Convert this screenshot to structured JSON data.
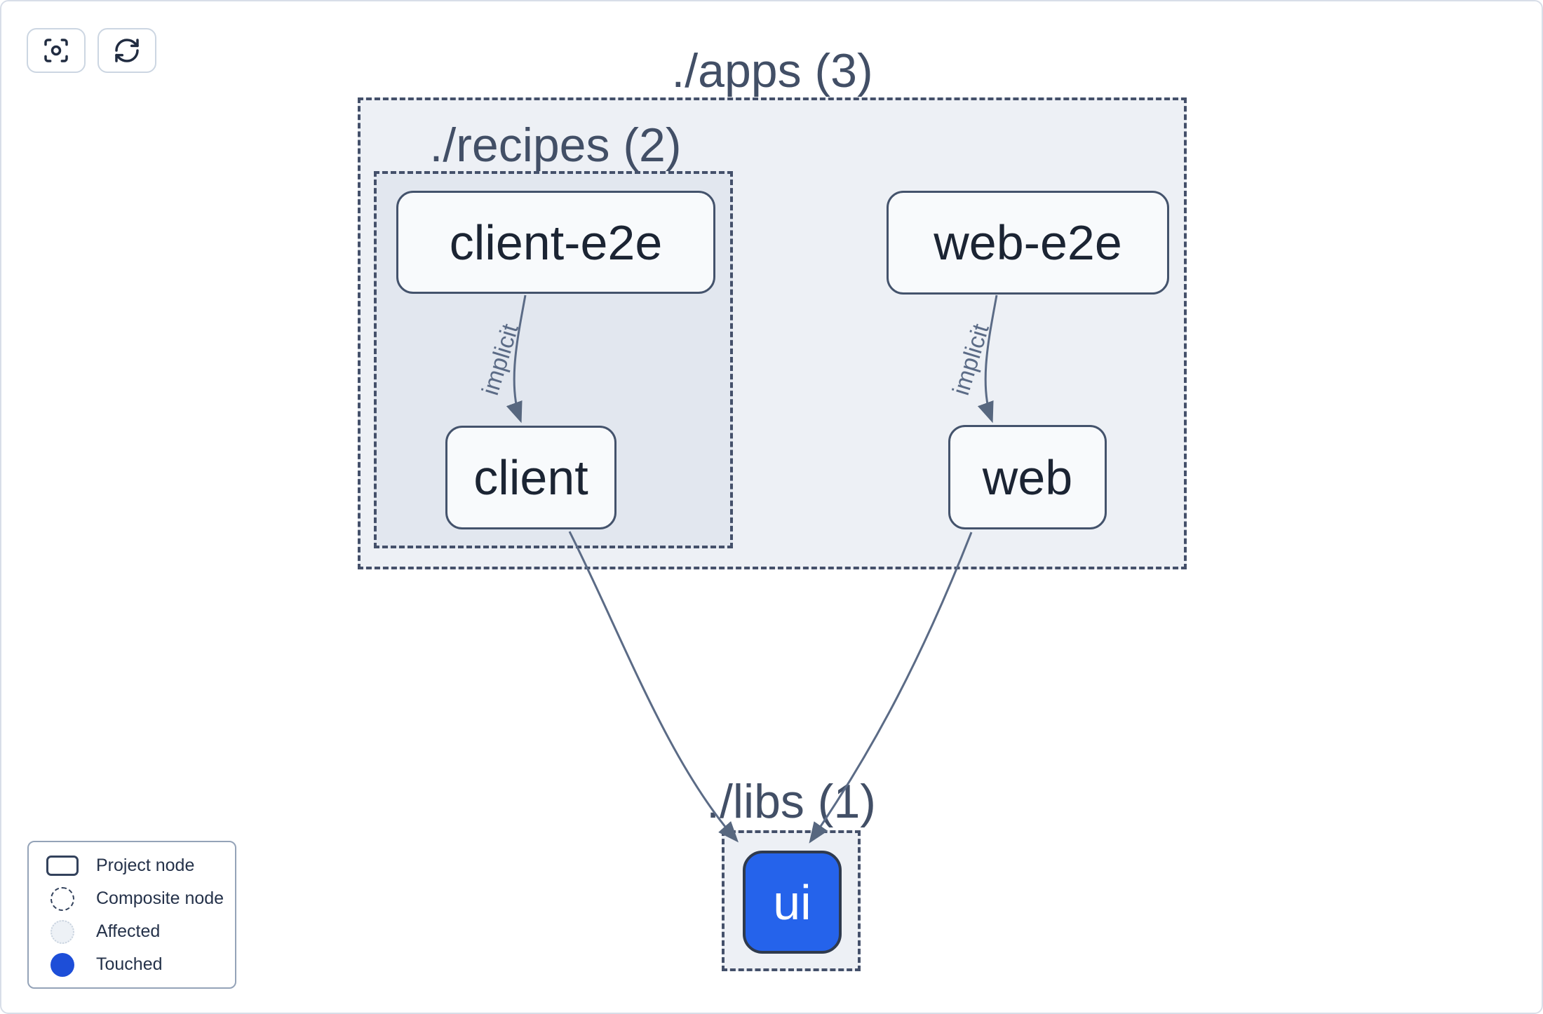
{
  "toolbar": {
    "buttons": [
      {
        "name": "center-graph",
        "icon": "focus-icon"
      },
      {
        "name": "refresh-graph",
        "icon": "refresh-icon"
      }
    ]
  },
  "graph": {
    "groups": [
      {
        "id": "apps",
        "label": "./apps (3)"
      },
      {
        "id": "recipes",
        "label": "./recipes (2)"
      },
      {
        "id": "libs",
        "label": "./libs (1)"
      }
    ],
    "nodes": [
      {
        "id": "client-e2e",
        "label": "client-e2e",
        "state": "default"
      },
      {
        "id": "web-e2e",
        "label": "web-e2e",
        "state": "default"
      },
      {
        "id": "client",
        "label": "client",
        "state": "default"
      },
      {
        "id": "web",
        "label": "web",
        "state": "default"
      },
      {
        "id": "ui",
        "label": "ui",
        "state": "touched"
      }
    ],
    "edges": [
      {
        "from": "client-e2e",
        "to": "client",
        "label": "implicit"
      },
      {
        "from": "web-e2e",
        "to": "web",
        "label": "implicit"
      },
      {
        "from": "client",
        "to": "ui",
        "label": ""
      },
      {
        "from": "web",
        "to": "ui",
        "label": ""
      }
    ]
  },
  "legend": {
    "items": [
      {
        "label": "Project node",
        "swatch": "project-node"
      },
      {
        "label": "Composite node",
        "swatch": "composite-node"
      },
      {
        "label": "Affected",
        "swatch": "affected"
      },
      {
        "label": "Touched",
        "swatch": "touched"
      }
    ]
  },
  "colors": {
    "touched_node": "#2563eb",
    "legend_touched": "#1d4ed8",
    "edge": "#5b6b86",
    "container_border": "#44506a"
  }
}
